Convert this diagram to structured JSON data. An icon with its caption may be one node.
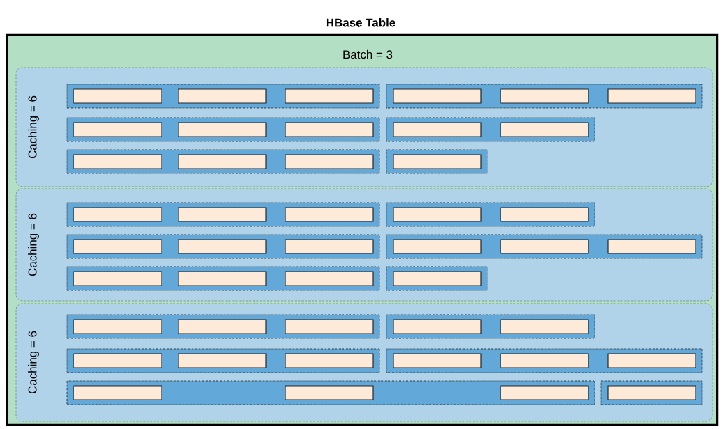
{
  "diagram": {
    "nodes": [
      {
        "text": [
          "HBase Table",
          "Batch = 3"
        ]
      },
      {
        "text": [
          "Caching = 6"
        ],
        "in": 0
      },
      {
        "text": [],
        "shape": "box",
        "in": 1
      },
      {
        "text": [],
        "shape": "bar",
        "in": 2
      },
      {
        "text": [],
        "shape": "bar",
        "in": 2
      },
      {
        "text": [],
        "shape": "bar",
        "in": 2
      },
      {
        "text": [],
        "shape": "box",
        "in": 1
      },
      {
        "text": [],
        "shape": "bar",
        "in": 6
      },
      {
        "text": [],
        "shape": "bar",
        "in": 6
      },
      {
        "text": [],
        "shape": "bar",
        "in": 6
      },
      {
        "text": [],
        "shape": "box",
        "in": 1
      },
      {
        "text": [],
        "shape": "bar",
        "in": 10
      },
      {
        "text": [],
        "shape": "bar",
        "in": 10
      },
      {
        "text": [],
        "shape": "bar",
        "in": 10
      },
      {
        "text": [],
        "shape": "box",
        "in": 1
      },
      {
        "text": [],
        "shape": "bar",
        "in": 14
      },
      {
        "text": [],
        "shape": "bar",
        "in": 14
      },
      {
        "text": [],
        "shape": "box",
        "in": 1
      },
      {
        "text": [],
        "shape": "bar",
        "in": 17
      },
      {
        "text": [],
        "shape": "bar",
        "in": 17
      },
      {
        "text": [],
        "shape": "bar",
        "in": 17
      },
      {
        "text": [],
        "shape": "box",
        "in": 1
      },
      {
        "text": [],
        "shape": "bar",
        "in": 21
      },
      {
        "text": [
          "Caching = 6"
        ],
        "in": 0
      },
      {
        "text": [],
        "shape": "box",
        "in": 23
      },
      {
        "text": [],
        "shape": "bar",
        "in": 24
      },
      {
        "text": [],
        "shape": "bar",
        "in": 24
      },
      {
        "text": [],
        "shape": "bar",
        "in": 24
      },
      {
        "text": [],
        "shape": "box",
        "in": 23
      },
      {
        "text": [],
        "shape": "bar",
        "in": 28
      },
      {
        "text": [],
        "shape": "bar",
        "in": 28
      },
      {
        "text": [],
        "shape": "box",
        "in": 23
      },
      {
        "text": [],
        "shape": "bar",
        "in": 31
      },
      {
        "text": [],
        "shape": "bar",
        "in": 31
      },
      {
        "text": [],
        "shape": "bar",
        "in": 31
      },
      {
        "text": [],
        "shape": "box",
        "in": 23
      },
      {
        "text": [],
        "shape": "bar",
        "in": 35
      },
      {
        "text": [],
        "shape": "bar",
        "in": 35
      },
      {
        "text": [],
        "shape": "bar",
        "in": 35
      },
      {
        "text": [],
        "shape": "box",
        "in": 23
      },
      {
        "text": [],
        "shape": "bar",
        "in": 39
      },
      {
        "text": [],
        "shape": "bar",
        "in": 39
      },
      {
        "text": [],
        "shape": "bar",
        "in": 39
      },
      {
        "text": [],
        "shape": "box",
        "in": 23
      },
      {
        "text": [],
        "shape": "bar",
        "in": 43
      },
      {
        "text": [
          "Caching = 6"
        ],
        "in": 0
      },
      {
        "text": [],
        "shape": "box",
        "in": 45
      },
      {
        "text": [],
        "shape": "bar",
        "in": 46
      },
      {
        "text": [],
        "shape": "bar",
        "in": 46
      },
      {
        "text": [],
        "shape": "bar",
        "in": 46
      },
      {
        "text": [],
        "shape": "box",
        "in": 45
      },
      {
        "text": [],
        "shape": "bar",
        "in": 50
      },
      {
        "text": [],
        "shape": "bar",
        "in": 50
      },
      {
        "text": [],
        "shape": "box",
        "in": 45
      },
      {
        "text": [],
        "shape": "bar",
        "in": 53
      },
      {
        "text": [],
        "shape": "bar",
        "in": 53
      },
      {
        "text": [],
        "shape": "bar",
        "in": 53
      },
      {
        "text": [],
        "shape": "box",
        "in": 45
      },
      {
        "text": [],
        "shape": "bar",
        "in": 57
      },
      {
        "text": [],
        "shape": "bar",
        "in": 57
      },
      {
        "text": [],
        "shape": "bar",
        "in": 57
      },
      {
        "text": [],
        "shape": "box",
        "in": 45
      },
      {
        "text": [],
        "shape": "bar",
        "in": 61
      },
      {
        "text": [],
        "shape": "bar",
        "in": 61
      },
      {
        "text": [],
        "shape": "bar",
        "in": 61
      },
      {
        "text": [],
        "shape": "box",
        "in": 45
      },
      {
        "text": [],
        "shape": "bar",
        "in": 65
      }
    ]
  }
}
